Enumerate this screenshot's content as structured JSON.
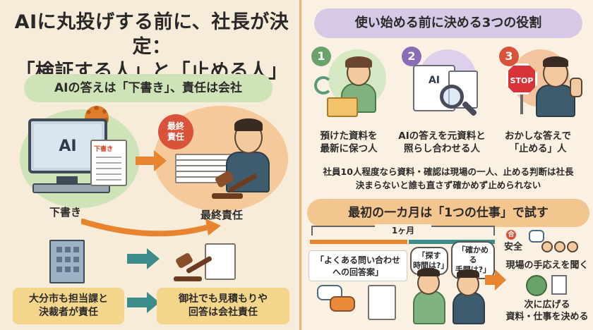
{
  "left": {
    "title_line1": "AIに丸投げする前に、社長が決定：",
    "title_line2": "「検証する人」と「止める人」",
    "pill": "AIの答えは「下書き」、責任は会社",
    "monitor_text": "AI",
    "draft_tag": "下書き",
    "final_badge_line1": "最終",
    "final_badge_line2": "責任",
    "label_draft": "下書き",
    "label_final": "最終責任",
    "box1_line1": "大分市も担当課と",
    "box1_line2": "決裁者が責任",
    "box2_line1": "御社でも見積もりや",
    "box2_line2": "回答は会社責任"
  },
  "right": {
    "pill": "使い始める前に決める3つの役割",
    "roles": [
      {
        "num": "1",
        "line1": "預けた資料を",
        "line2": "最新に保つ人",
        "color": "#6aa36a"
      },
      {
        "num": "2",
        "line1": "AIの答えを元資料と",
        "line2": "照らし合わせる人",
        "color": "#8a6bb5"
      },
      {
        "num": "3",
        "line1": "おかしな答えで",
        "line2": "「止める」人",
        "color": "#d9533a"
      }
    ],
    "role2_screen": "AI",
    "stop_sign": "STOP",
    "note_line1": "社員10人程度なら資料・確認は現場の一人、止める判断は社長",
    "note_line2": "決まらないと誰も直さず確かめず止められない",
    "pill_month": "最初の一カ月は「1つの仕事」で試す",
    "bracket": "1ヶ月",
    "q_line1": "「よくある問い合わせ",
    "q_line2": "への回答案」",
    "bubble1_line1": "「探す",
    "bubble1_line2": "時間は?」",
    "bubble2_line1": "「確かめる",
    "bubble2_line2": "手間は?」",
    "safe_label": "安全",
    "safe_icon": "合",
    "feedback": "現場の手応えを聞く",
    "next_line1": "次に広げる",
    "next_line2": "資料・仕事を決める"
  }
}
